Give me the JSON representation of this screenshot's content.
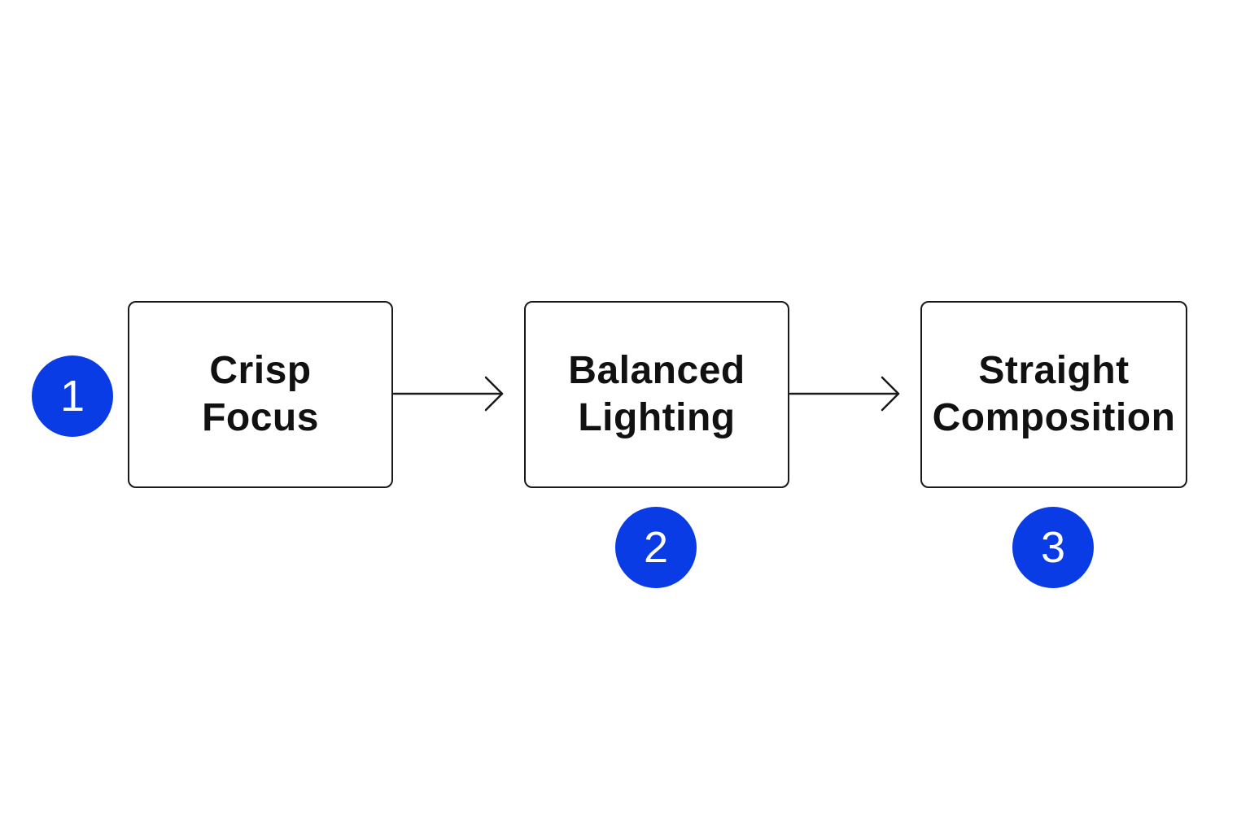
{
  "diagram": {
    "accent_color": "#0a3ce6",
    "steps": [
      {
        "number": "1",
        "lines": [
          "Crisp",
          "Focus"
        ]
      },
      {
        "number": "2",
        "lines": [
          "Balanced",
          "Lighting"
        ]
      },
      {
        "number": "3",
        "lines": [
          "Straight",
          "Composition"
        ]
      }
    ],
    "connectors": [
      {
        "from": "1",
        "to": "2",
        "icon": "arrow-right-icon"
      },
      {
        "from": "2",
        "to": "3",
        "icon": "arrow-right-icon"
      }
    ]
  }
}
